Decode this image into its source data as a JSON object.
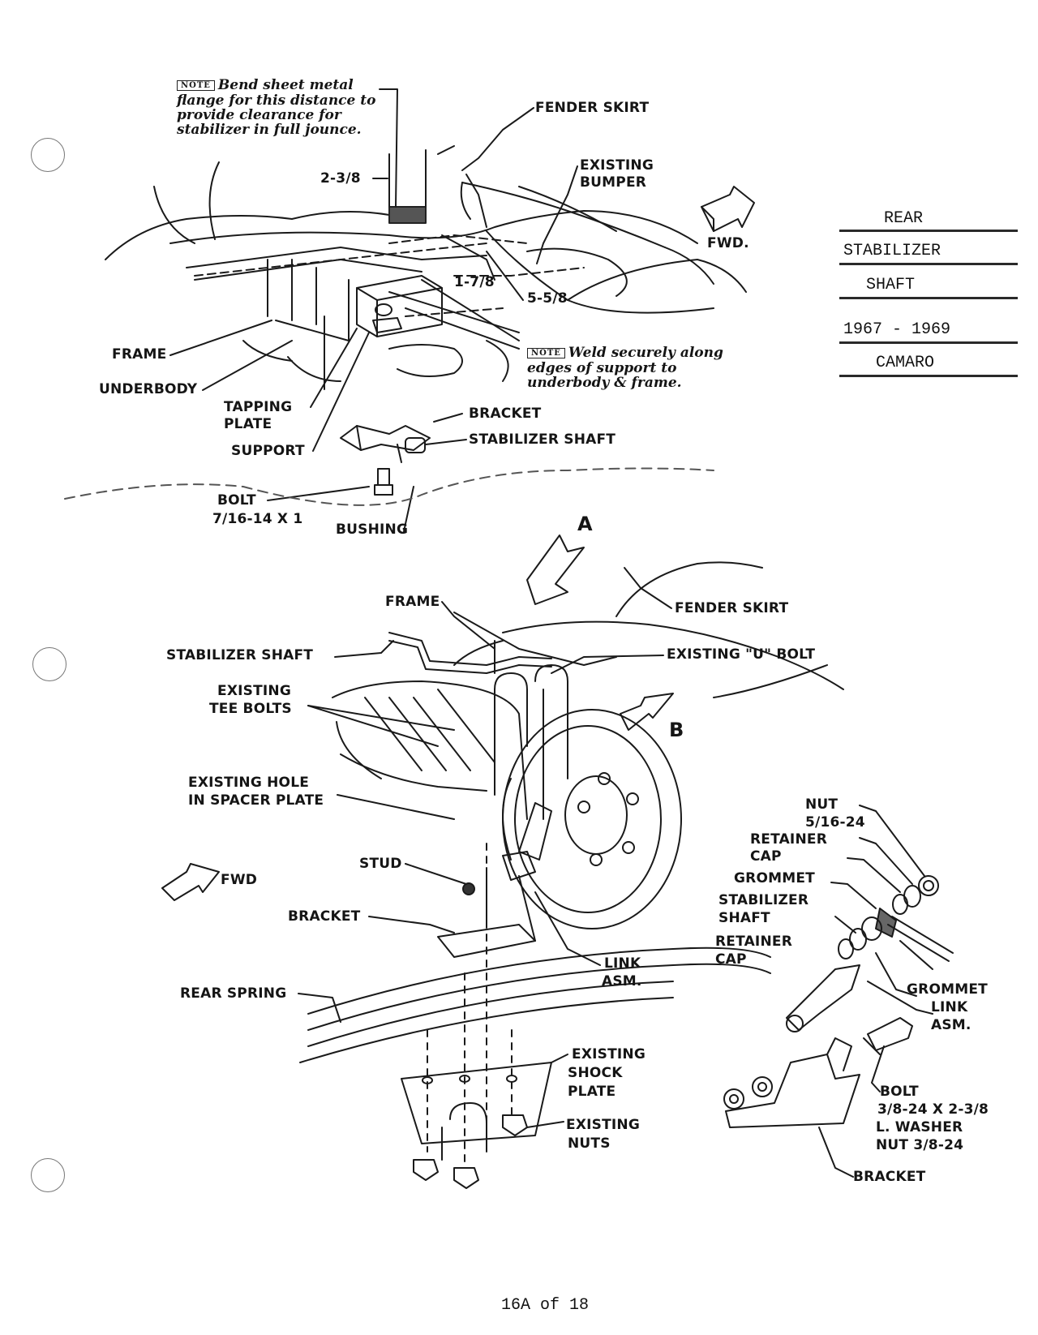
{
  "title_block": {
    "line1": "REAR",
    "line2": "STABILIZER",
    "line3": "SHAFT",
    "line4": "1967 - 1969",
    "line5": "CAMARO"
  },
  "top_view": {
    "note1_tag": "NOTE",
    "note1": "Bend sheet metal flange for this distance to provide clearance for stabilizer in full jounce.",
    "dim_2_3_8": "2-3/8",
    "dim_1_7_8": "1-7/8",
    "dim_5_5_8": "5-5/8",
    "fender_skirt": "FENDER SKIRT",
    "existing_bumper": "EXISTING BUMPER",
    "fwd": "FWD.",
    "frame": "FRAME",
    "underbody": "UNDERBODY",
    "tapping_plate": "TAPPING PLATE",
    "support": "SUPPORT",
    "note2_tag": "NOTE",
    "note2": "Weld securely along edges of support to underbody & frame.",
    "bracket": "BRACKET",
    "stabilizer_shaft": "STABILIZER SHAFT",
    "bolt": "BOLT",
    "bolt_size": "7/16-14 X 1",
    "bushing": "BUSHING"
  },
  "bottom_view": {
    "view_a": "A",
    "view_b": "B",
    "frame": "FRAME",
    "fender_skirt": "FENDER SKIRT",
    "stabilizer_shaft": "STABILIZER SHAFT",
    "existing_u_bolt": "EXISTING \"U\" BOLT",
    "existing_tee_bolts_1": "EXISTING",
    "existing_tee_bolts_2": "TEE BOLTS",
    "existing_hole_1": "EXISTING HOLE",
    "existing_hole_2": "IN SPACER PLATE",
    "fwd": "FWD",
    "stud": "STUD",
    "bracket": "BRACKET",
    "link_asm_1": "LINK",
    "link_asm_2": "ASM.",
    "rear_spring": "REAR SPRING",
    "existing_shock_plate_1": "EXISTING",
    "existing_shock_plate_2": "SHOCK",
    "existing_shock_plate_3": "PLATE",
    "existing_nuts_1": "EXISTING",
    "existing_nuts_2": "NUTS"
  },
  "detail_view": {
    "nut": "NUT",
    "nut_size": "5/16-24",
    "retainer_cap_1a": "RETAINER",
    "retainer_cap_1b": "CAP",
    "grommet_1": "GROMMET",
    "stabilizer_shaft_a": "STABILIZER",
    "stabilizer_shaft_b": "SHAFT",
    "retainer_cap_2a": "RETAINER",
    "retainer_cap_2b": "CAP",
    "grommet_2": "GROMMET",
    "link_asm_1": "LINK",
    "link_asm_2": "ASM.",
    "bolt": "BOLT",
    "bolt_size": "3/8-24 X 2-3/8",
    "washer": "L. WASHER",
    "nut2": "NUT 3/8-24",
    "bracket": "BRACKET"
  },
  "page_number": "16A of 18"
}
